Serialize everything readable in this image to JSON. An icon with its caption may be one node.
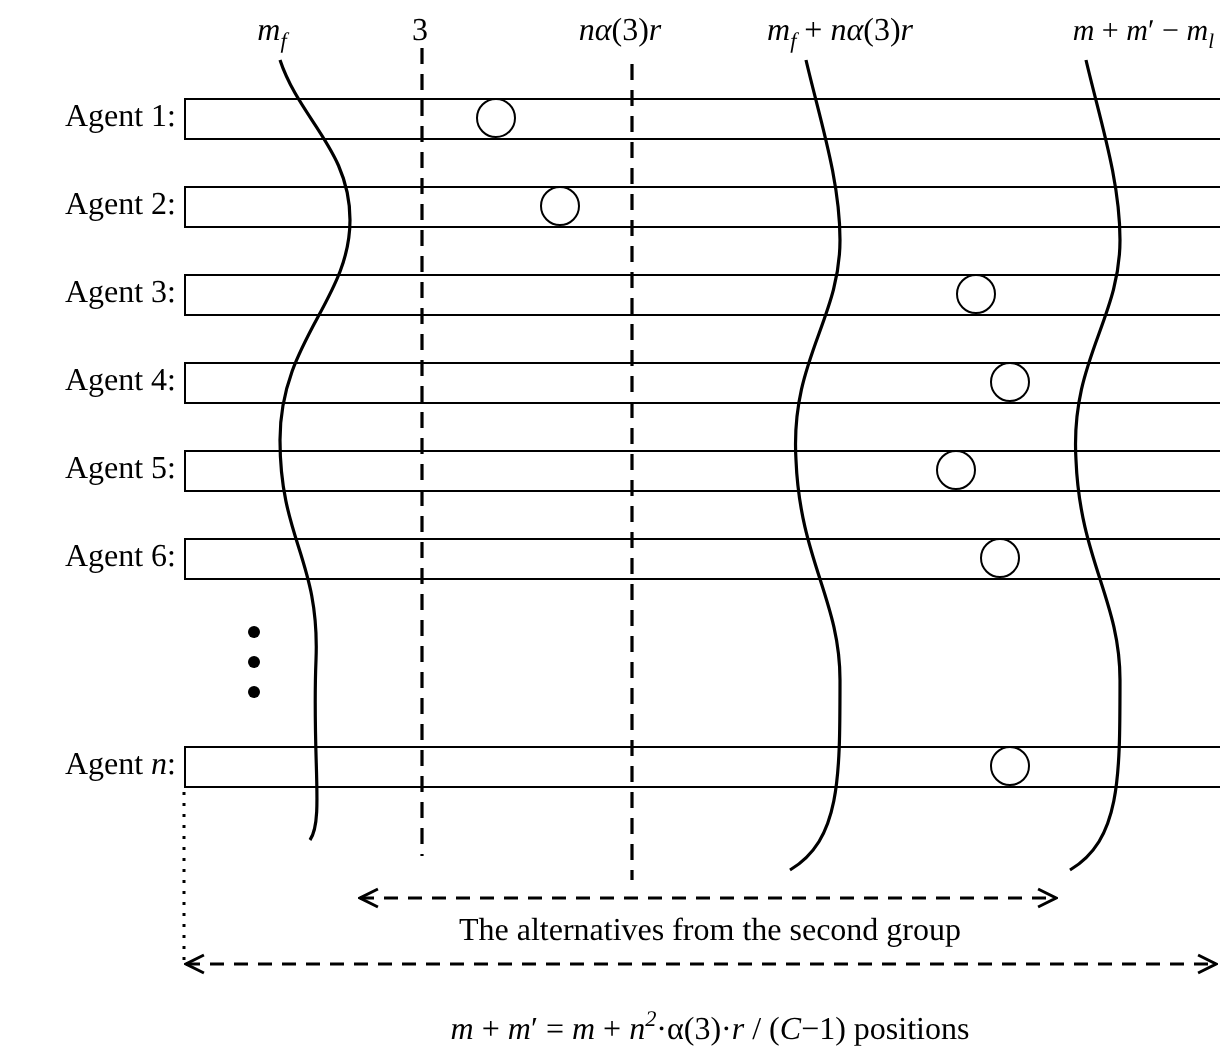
{
  "diagram": {
    "nodes": [
      {
        "text": [],
        "shape": "bar",
        "beside": [
          "Agent 1:"
        ]
      },
      {
        "text": [],
        "shape": "circle",
        "in": 0
      },
      {
        "text": [],
        "shape": "bar",
        "beside": [
          "Agent 2:"
        ]
      },
      {
        "text": [],
        "shape": "circle",
        "in": 2
      },
      {
        "text": [],
        "shape": "bar",
        "beside": [
          "Agent 3:"
        ]
      },
      {
        "text": [],
        "shape": "circle",
        "in": 4
      },
      {
        "text": [],
        "shape": "bar",
        "beside": [
          "Agent 4:"
        ]
      },
      {
        "text": [],
        "shape": "circle",
        "in": 6
      },
      {
        "text": [],
        "shape": "bar",
        "beside": [
          "Agent 5:"
        ]
      },
      {
        "text": [],
        "shape": "circle",
        "in": 8
      },
      {
        "text": [],
        "shape": "bar",
        "beside": [
          "Agent 6:"
        ]
      },
      {
        "text": [],
        "shape": "circle",
        "in": 10
      },
      {
        "text": [],
        "shape": "bar",
        "beside": [
          "Agent *n*:"
        ]
      },
      {
        "text": [],
        "shape": "circle",
        "in": 12
      }
    ],
    "edges": [],
    "labels": [
      "*m*$_{f}$",
      "3",
      "*nα*(3)*r*",
      "*m*$_{f}$ + *nα*(3)*r*",
      "*m* + *m*′ − *m*$_{l}$",
      "The alternatives from the second group",
      "*m* + *m*′ = *m* + *n*$^{2}$·α(3)·*r* / (*C*−1) positions"
    ]
  }
}
